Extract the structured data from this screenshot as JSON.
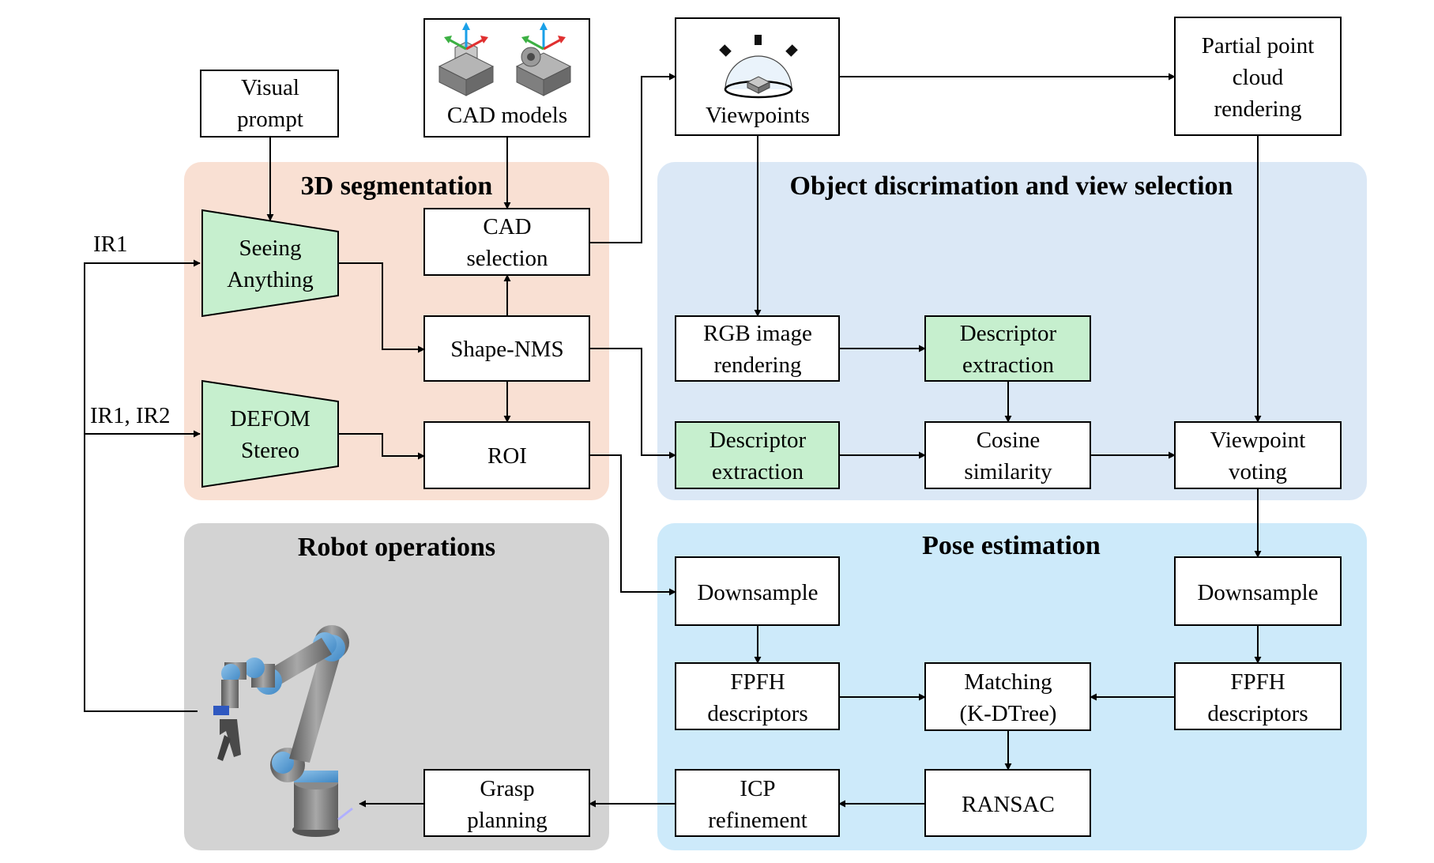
{
  "colors": {
    "segmentation_bg": "#f9e0d3",
    "discrimination_bg": "#dbe8f6",
    "pose_bg": "#cdeafa",
    "robot_bg": "#d3d3d3",
    "network_fill": "#c6efce",
    "node_fill": "#ffffff",
    "stroke": "#000000"
  },
  "regions": {
    "segmentation": "3D segmentation",
    "discrimination": "Object discrimation and view selection",
    "pose": "Pose estimation",
    "robot": "Robot operations"
  },
  "edge_labels": {
    "ir1": "IR1",
    "ir1_ir2": "IR1, IR2"
  },
  "nodes": {
    "visual_prompt": [
      "Visual",
      "prompt"
    ],
    "cad_models": [
      "CAD models"
    ],
    "viewpoints": [
      "Viewpoints"
    ],
    "partial_render": [
      "Partial point",
      "cloud",
      "rendering"
    ],
    "seeing_anything": [
      "Seeing",
      "Anything"
    ],
    "defom_stereo": [
      "DEFOM",
      "Stereo"
    ],
    "cad_selection": [
      "CAD",
      "selection"
    ],
    "shape_nms": [
      "Shape-NMS"
    ],
    "roi": [
      "ROI"
    ],
    "rgb_render": [
      "RGB image",
      "rendering"
    ],
    "descriptor_top": [
      "Descriptor",
      "extraction"
    ],
    "descriptor_bottom": [
      "Descriptor",
      "extraction"
    ],
    "cosine": [
      "Cosine",
      "similarity"
    ],
    "voting": [
      "Viewpoint",
      "voting"
    ],
    "downsample_left": [
      "Downsample"
    ],
    "downsample_right": [
      "Downsample"
    ],
    "fpfh_left": [
      "FPFH",
      "descriptors"
    ],
    "fpfh_right": [
      "FPFH",
      "descriptors"
    ],
    "matching": [
      "Matching",
      "(K-DTree)"
    ],
    "ransac": [
      "RANSAC"
    ],
    "icp": [
      "ICP",
      "refinement"
    ],
    "grasp": [
      "Grasp",
      "planning"
    ]
  }
}
